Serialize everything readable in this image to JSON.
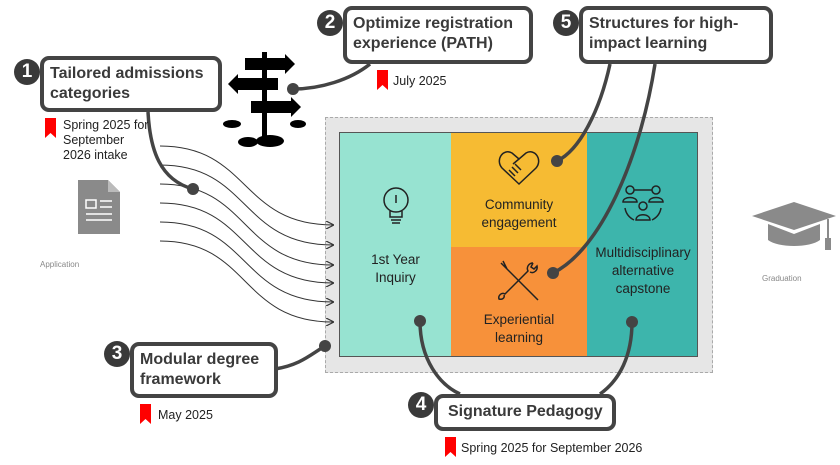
{
  "left": {
    "label": "Application",
    "icon": "document-icon"
  },
  "right": {
    "label": "Graduation",
    "icon": "graduation-cap-icon"
  },
  "callouts": [
    {
      "number": "1",
      "title": "Tailored admissions categories",
      "date": "Spring 2025 for September 2026 intake"
    },
    {
      "number": "2",
      "title": "Optimize registration experience (PATH)",
      "date": "July 2025"
    },
    {
      "number": "3",
      "title": "Modular degree framework",
      "date": "May 2025"
    },
    {
      "number": "4",
      "title": "Signature Pedagogy",
      "date": "Spring 2025 for September 2026"
    },
    {
      "number": "5",
      "title": "Structures for high-impact learning",
      "date": ""
    }
  ],
  "program": {
    "first_year": {
      "label": "1st Year Inquiry",
      "icon": "lightbulb-icon",
      "color": "#97E3D1"
    },
    "community": {
      "label": "Community engagement",
      "icon": "handshake-heart-icon",
      "color": "#F6BB33"
    },
    "experiential": {
      "label": "Experiential learning",
      "icon": "tools-icon",
      "color": "#F7913A"
    },
    "capstone": {
      "label": "Multidisciplinary alternative capstone",
      "icon": "team-icon",
      "color": "#3DB5AC"
    }
  },
  "colors": {
    "bookmark": "#FF0000",
    "connector": "#444444"
  }
}
